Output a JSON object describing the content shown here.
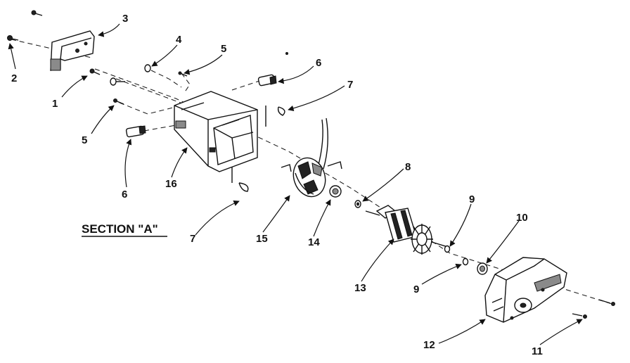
{
  "section_title": "SECTION \"A\"",
  "callouts": {
    "c1": "1",
    "c2": "2",
    "c3": "3",
    "c4": "4",
    "c5a": "5",
    "c5b": "5",
    "c6a": "6",
    "c6b": "6",
    "c7a": "7",
    "c7b": "7",
    "c8": "8",
    "c9a": "9",
    "c9b": "9",
    "c10": "10",
    "c11": "11",
    "c12": "12",
    "c13": "13",
    "c14": "14",
    "c15": "15",
    "c16": "16"
  }
}
